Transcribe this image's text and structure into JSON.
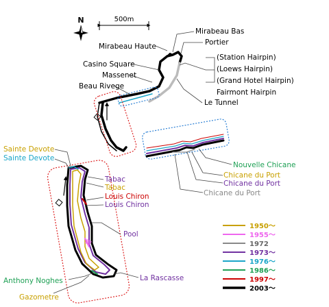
{
  "scale": {
    "north": "N",
    "distance": "500m"
  },
  "labels_top": {
    "mirabeau_bas": "Mirabeau Bas",
    "portier": "Portier",
    "mirabeau_haute": "Mirabeau Haute",
    "station_hairpin": "(Station Hairpin)",
    "loews_hairpin": "(Loews Hairpin)",
    "grand_hotel_hairpin": "(Grand Hotel Hairpin)",
    "fairmont_hairpin": "Fairmont Hairpin",
    "casino_square": "Casino Square",
    "massenet": "Massenet",
    "beau_rivege": "Beau Rivege",
    "le_tunnel": "Le Tunnel"
  },
  "labels_chicane": {
    "nouvelle_chicane": "Nouvelle Chicane",
    "chicane_du_port_1": "Chicane du Port",
    "chicane_du_port_2": "Chicane du Port",
    "chicane_du_port_3": "Chicane du Port"
  },
  "labels_bottom": {
    "sainte_devote_1": "Sainte Devote",
    "sainte_devote_2": "Sainte Devote",
    "tabac_1": "Tabac",
    "tabac_2": "Tabac",
    "louis_chiron_1": "Louis Chiron",
    "louis_chiron_2": "Louis Chiron",
    "pool": "Pool",
    "anthony_noghes": "Anthony Noghes",
    "la_rascasse": "La Rascasse",
    "gazometre": "Gazometre"
  },
  "legend": [
    {
      "label": "1950～",
      "color": "#c8a000"
    },
    {
      "label": "1955～",
      "color": "#ee66ee"
    },
    {
      "label": "1972",
      "color": "#888888"
    },
    {
      "label": "1973～",
      "color": "#7030a0"
    },
    {
      "label": "1976～",
      "color": "#19a5c8"
    },
    {
      "label": "1986～",
      "color": "#1fa055"
    },
    {
      "label": "1997～",
      "color": "#cc0000"
    },
    {
      "label": "2003～",
      "color": "#000000"
    }
  ],
  "colors": {
    "c1950": "#c8a000",
    "c1955": "#ee66ee",
    "c1972": "#888888",
    "c1973": "#7030a0",
    "c1976": "#19a5c8",
    "c1986": "#1fa055",
    "c1997": "#cc0000",
    "c2003": "#000000",
    "box_red": "#dd2222",
    "box_blue": "#2a7fd4"
  }
}
